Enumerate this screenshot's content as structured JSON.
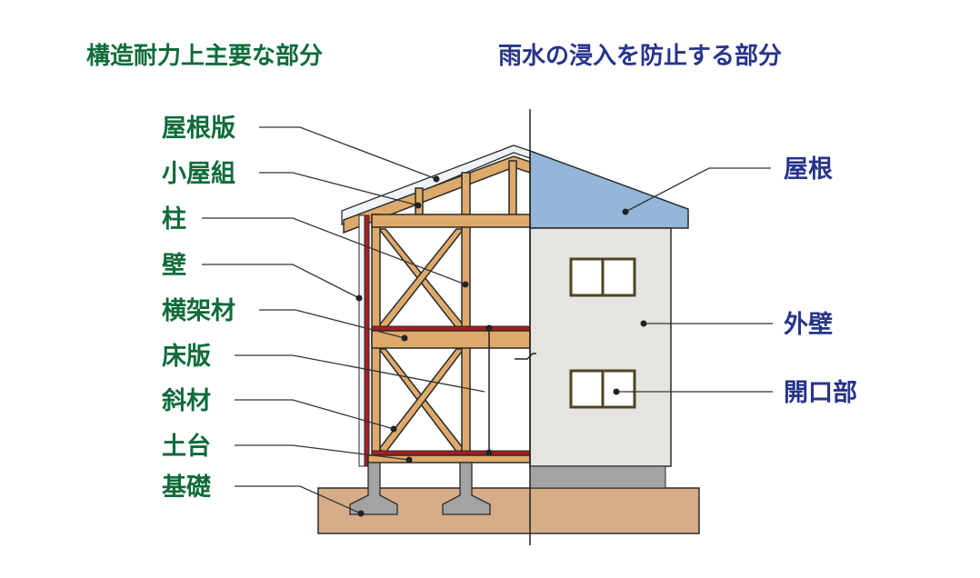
{
  "headers": {
    "structural": "構造耐力上主要な部分",
    "waterproof": "雨水の浸入を防止する部分"
  },
  "left_labels": [
    "屋根版",
    "小屋組",
    "柱",
    "壁",
    "横架材",
    "床版",
    "斜材",
    "土台",
    "基礎"
  ],
  "right_labels": [
    "屋根",
    "外壁",
    "開口部"
  ],
  "colors": {
    "structural_text": "#0f6b3a",
    "waterproof_text": "#27348b",
    "wood": "#deaa6a",
    "roof": "#93b6d9",
    "wall": "#e6e4e0",
    "ground": "#d7ac88",
    "red_member": "#a51e22",
    "concrete": "#a3a3a3"
  }
}
